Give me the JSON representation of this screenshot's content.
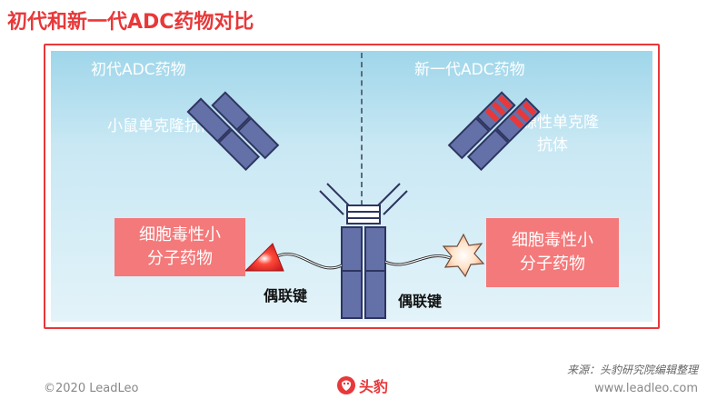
{
  "page": {
    "title": "初代和新一代ADC药物对比"
  },
  "diagram": {
    "left_header": "初代ADC药物",
    "right_header": "新一代ADC药物",
    "left_antibody": "小鼠单克隆抗体",
    "right_antibody_line1": "人源性单克隆",
    "right_antibody_line2": "抗体",
    "payload_line1": "细胞毒性小",
    "payload_line2": "分子药物",
    "linker_label": "偶联键"
  },
  "footer": {
    "source": "来源：头豹研究院编辑整理",
    "copyright": "©2020 LeadLeo",
    "website": "www.leadleo.com",
    "logo_text": "头豹"
  },
  "colors": {
    "accent": "#e8383a",
    "antibody": "#6470a8",
    "payload_box": "#f4797a",
    "panel": "#c9e8f4"
  }
}
